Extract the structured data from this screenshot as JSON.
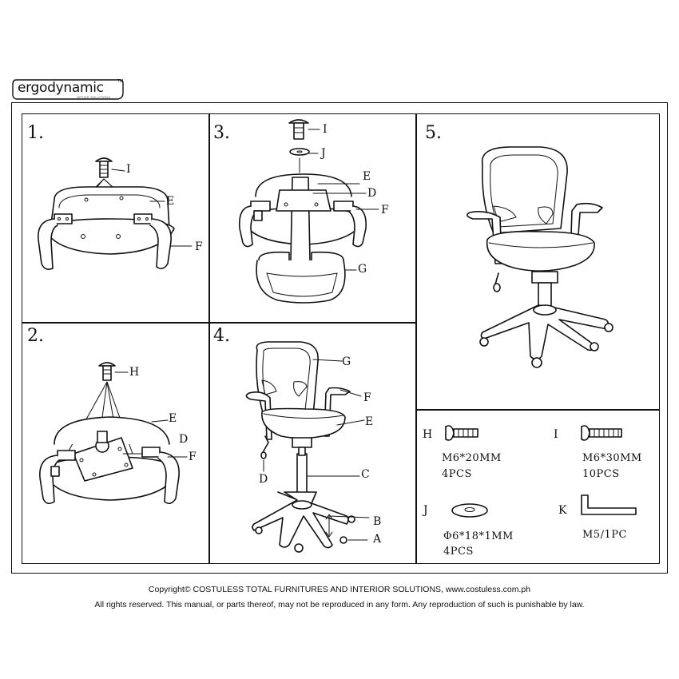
{
  "brand": {
    "name": "ergodynamic",
    "trademark": "TM",
    "tagline": "OFFICE SOLUTIONS"
  },
  "steps": [
    {
      "number": "1.",
      "parts": [
        "I",
        "E",
        "F"
      ]
    },
    {
      "number": "2.",
      "parts": [
        "H",
        "E",
        "D",
        "F"
      ]
    },
    {
      "number": "3.",
      "parts": [
        "I",
        "J",
        "E",
        "D",
        "F",
        "G"
      ]
    },
    {
      "number": "4.",
      "parts": [
        "G",
        "F",
        "E",
        "D",
        "C",
        "B",
        "A"
      ]
    },
    {
      "number": "5.",
      "parts": []
    }
  ],
  "hardware": [
    {
      "label": "H",
      "spec": "M6*20MM",
      "qty": "4PCS"
    },
    {
      "label": "I",
      "spec": "M6*30MM",
      "qty": "10PCS"
    },
    {
      "label": "J",
      "spec": "Φ6*18*1MM",
      "qty": "4PCS"
    },
    {
      "label": "K",
      "spec": "M5/1PC",
      "qty": ""
    }
  ],
  "footer": {
    "line1": "Copyright© COSTULESS TOTAL FURNITURES AND INTERIOR SOLUTIONS, www.costuless.com.ph",
    "line2": "All rights reserved. This manual, or parts thereof, may not be reproduced in any form. Any reproduction of such is punishable by law."
  }
}
